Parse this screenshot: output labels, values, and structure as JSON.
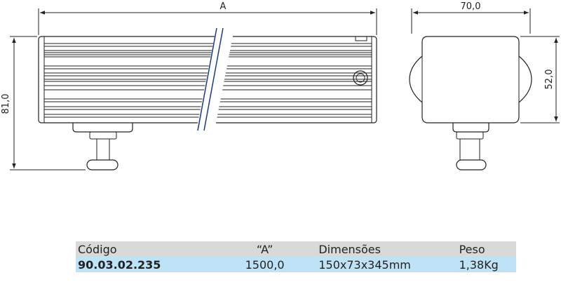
{
  "dimensions": {
    "length_label": "A",
    "width_label": "70,0",
    "height_label": "81,0",
    "body_height_label": "52,0"
  },
  "table": {
    "headers": [
      "Código",
      "“A”",
      "Dimensões",
      "Peso"
    ],
    "row": {
      "codigo": "90.03.02.235",
      "a": "1500,0",
      "dimensoes": "150x73x345mm",
      "peso": "1,38Kg"
    }
  },
  "colors": {
    "header_bg": "#d9d9d9",
    "row_bg": "#bfe3f6",
    "break_line": "#1a3a8a"
  }
}
